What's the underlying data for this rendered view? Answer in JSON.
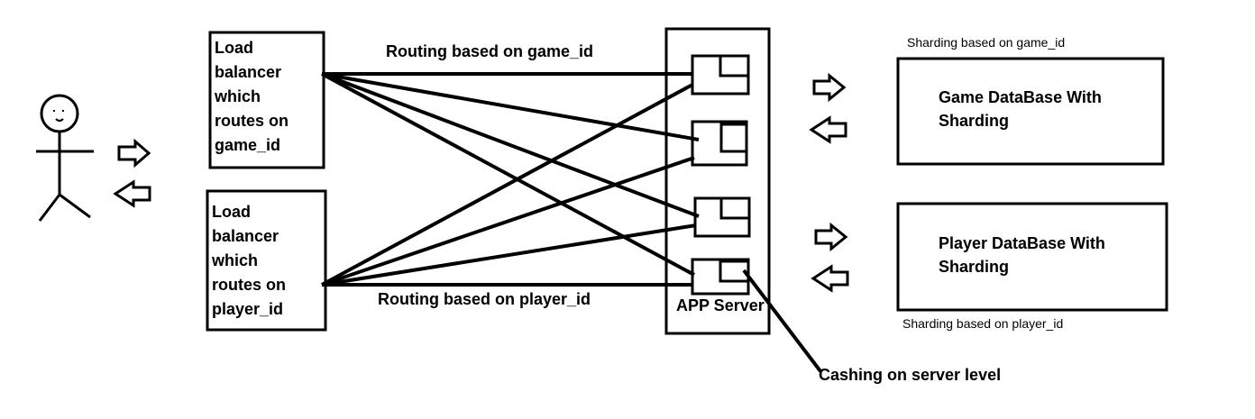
{
  "lb_game": {
    "lines": [
      "Load",
      "balancer",
      "which",
      "routes on",
      "game_id"
    ]
  },
  "lb_player": {
    "lines": [
      "Load",
      "balancer",
      "which",
      "routes on",
      "player_id"
    ]
  },
  "labels": {
    "routing_game": "Routing based on game_id",
    "routing_player": "Routing based on player_id",
    "app_server": "APP Server",
    "caching": "Cashing on server level",
    "sharding_game": "Sharding based on game_id",
    "sharding_player": "Sharding based on player_id"
  },
  "databases": {
    "game": [
      "Game DataBase With",
      "Sharding"
    ],
    "player": [
      "Player DataBase With",
      "Sharding"
    ]
  },
  "colors": {
    "ink": "#000000",
    "background": "#ffffff"
  }
}
